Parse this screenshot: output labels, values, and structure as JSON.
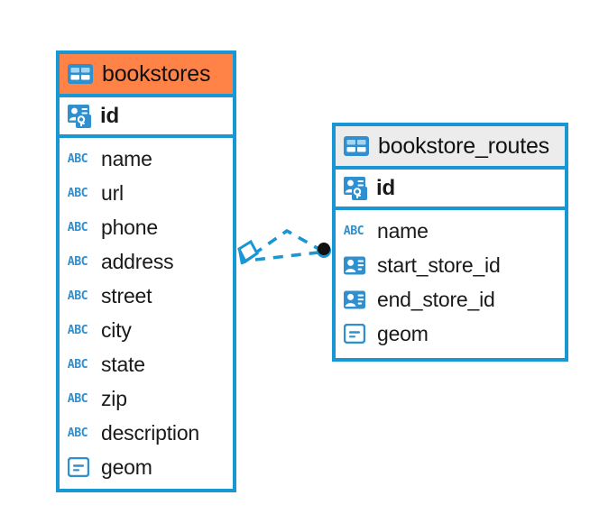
{
  "diagram": {
    "type": "entity-relationship-diagram",
    "background_color": "#ffffff",
    "accent_color": "#1897d4",
    "entities": [
      {
        "name": "bookstores",
        "header_color": "#ff8247",
        "primary_key": {
          "label": "id",
          "icon": "primary-key-icon"
        },
        "fields": [
          {
            "label": "name",
            "icon": "abc-icon",
            "type_glyph": "ABC"
          },
          {
            "label": "url",
            "icon": "abc-icon",
            "type_glyph": "ABC"
          },
          {
            "label": "phone",
            "icon": "abc-icon",
            "type_glyph": "ABC"
          },
          {
            "label": "address",
            "icon": "abc-icon",
            "type_glyph": "ABC"
          },
          {
            "label": "street",
            "icon": "abc-icon",
            "type_glyph": "ABC"
          },
          {
            "label": "city",
            "icon": "abc-icon",
            "type_glyph": "ABC"
          },
          {
            "label": "state",
            "icon": "abc-icon",
            "type_glyph": "ABC"
          },
          {
            "label": "zip",
            "icon": "abc-icon",
            "type_glyph": "ABC"
          },
          {
            "label": "description",
            "icon": "abc-icon",
            "type_glyph": "ABC"
          },
          {
            "label": "geom",
            "icon": "geometry-icon",
            "type_glyph": ""
          }
        ]
      },
      {
        "name": "bookstore_routes",
        "header_color": "#ececec",
        "primary_key": {
          "label": "id",
          "icon": "primary-key-icon"
        },
        "fields": [
          {
            "label": "name",
            "icon": "abc-icon",
            "type_glyph": "ABC"
          },
          {
            "label": "start_store_id",
            "icon": "foreign-key-icon",
            "type_glyph": ""
          },
          {
            "label": "end_store_id",
            "icon": "foreign-key-icon",
            "type_glyph": ""
          },
          {
            "label": "geom",
            "icon": "geometry-icon",
            "type_glyph": ""
          }
        ]
      }
    ],
    "relationship": {
      "style": "dashed",
      "color": "#1897d4",
      "source_marker": "diamond-outline",
      "target_marker": "filled-circle"
    }
  }
}
